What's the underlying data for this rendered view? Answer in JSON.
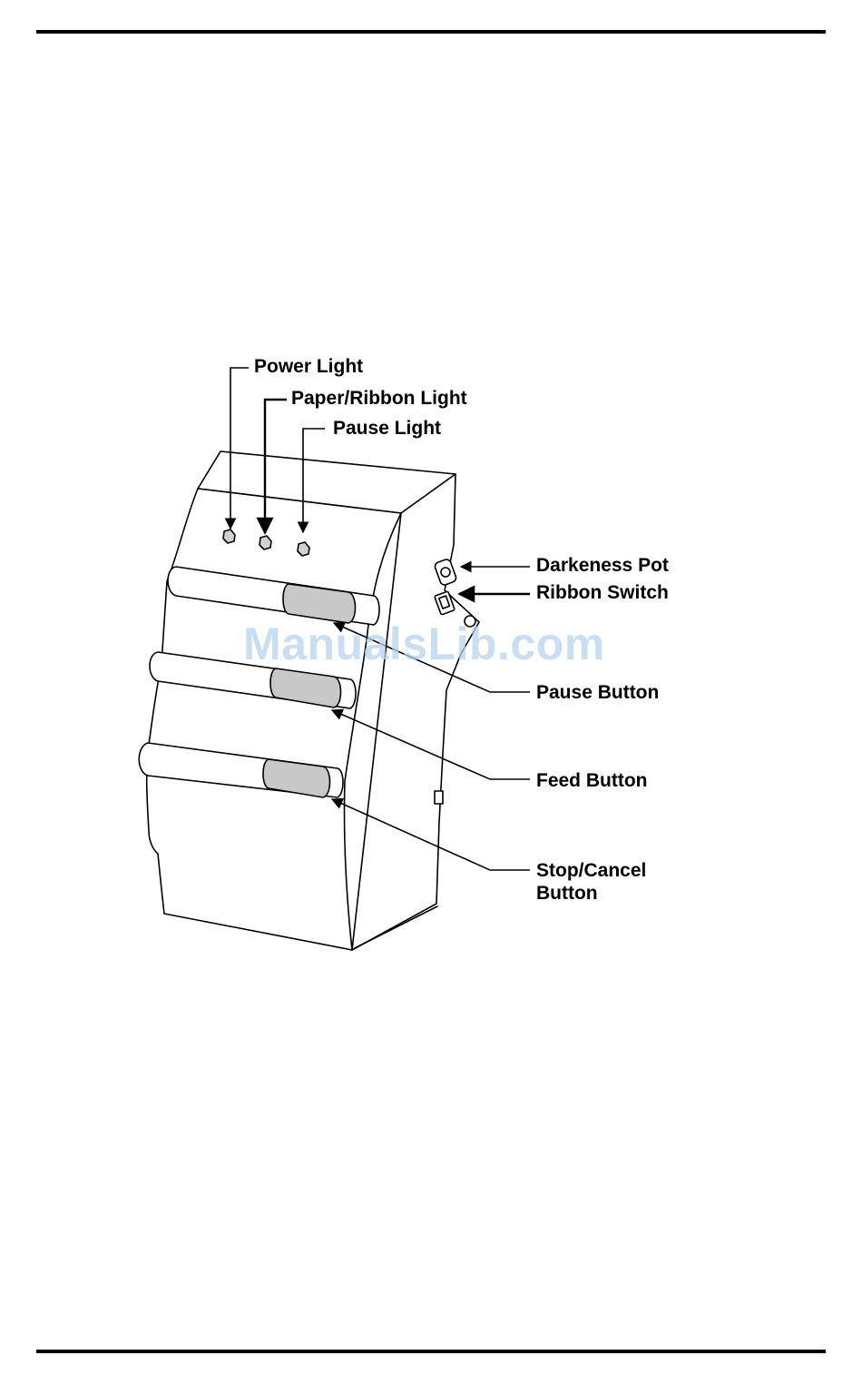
{
  "labels": {
    "power_light": "Power Light",
    "paper_ribbon_light": "Paper/Ribbon Light",
    "pause_light": "Pause Light",
    "darkeness_pot": "Darkeness Pot",
    "ribbon_switch": "Ribbon Switch",
    "pause_button": "Pause Button",
    "feed_button": "Feed Button",
    "stop_cancel_line1": "Stop/Cancel",
    "stop_cancel_line2": "Button"
  },
  "watermark": "ManualsLib.com",
  "colors": {
    "line": "#000000",
    "button_fill": "#c8c8c8",
    "watermark": "#b9d3ee"
  }
}
